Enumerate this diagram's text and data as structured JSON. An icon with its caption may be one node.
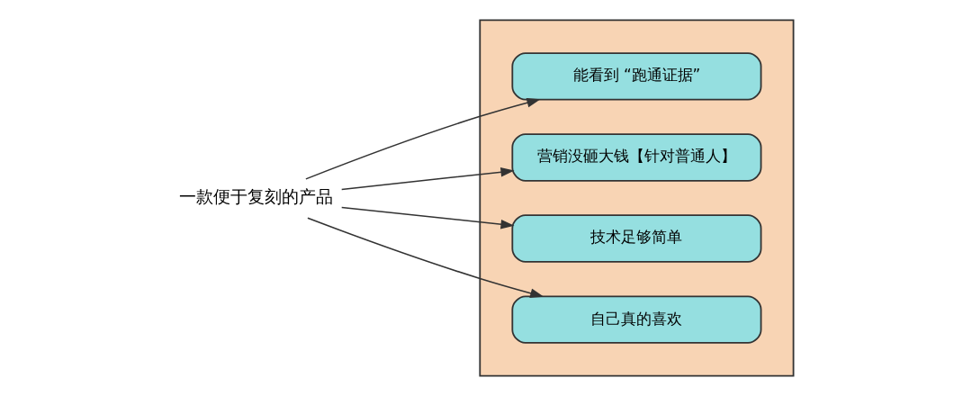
{
  "diagram": {
    "nodes": [
      {
        "text": [
          "一款便于复刻的产品"
        ]
      },
      {
        "text": [],
        "shape": "box"
      },
      {
        "text": [
          "能看到 “跑通证据”"
        ],
        "in": 1
      },
      {
        "text": [
          "营销没砸大钱【针对普通人】"
        ],
        "in": 1
      },
      {
        "text": [
          "技术足够简单"
        ],
        "in": 1
      },
      {
        "text": [
          "自己真的喜欢"
        ],
        "in": 1
      }
    ],
    "edges": [
      {
        "from": 0,
        "to": 2,
        "arrow": "to"
      },
      {
        "from": 0,
        "to": 3,
        "arrow": "to"
      },
      {
        "from": 0,
        "to": 4,
        "arrow": "to"
      },
      {
        "from": 0,
        "to": 5,
        "arrow": "to"
      }
    ]
  }
}
